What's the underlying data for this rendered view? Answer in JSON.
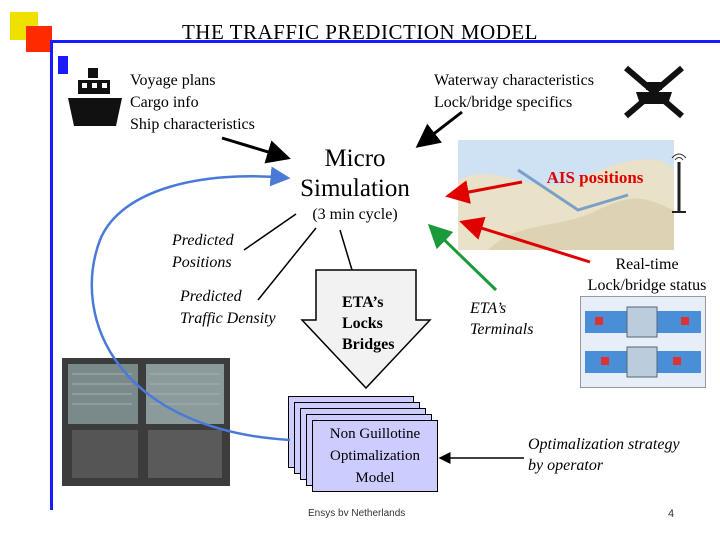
{
  "title": "THE  TRAFFIC  PREDICTION  MODEL",
  "inputs_left": [
    "Voyage plans",
    "Cargo info",
    "Ship characteristics"
  ],
  "inputs_right": [
    "Waterway characteristics",
    "Lock/bridge specifics"
  ],
  "micro_simulation": {
    "line1": "Micro",
    "line2": "Simulation",
    "cycle": "(3 min cycle)"
  },
  "ais": "AIS positions",
  "predicted_positions": [
    "Predicted",
    "Positions"
  ],
  "predicted_density": [
    "Predicted",
    "Traffic Density"
  ],
  "eta_arrow": [
    "ETA’s",
    "Locks",
    "Bridges"
  ],
  "eta_terminals": [
    "ETA’s",
    "Terminals"
  ],
  "realtime": [
    "Real-time",
    "Lock/bridge status"
  ],
  "model": [
    "Non Guillotine",
    "Optimalization",
    "Model"
  ],
  "strategy": [
    "Optimalization strategy",
    "by operator"
  ],
  "footer": "Ensys bv Netherlands",
  "page_number": "4",
  "colors": {
    "accent_red": "#e00000",
    "green": "#1a9a3a",
    "blue_curve": "#4a7ad8",
    "deco_blue": "#1a1aff",
    "model_fill": "#ccccff"
  },
  "icons": [
    "ship-icon",
    "no-ship-icon",
    "antenna-icon"
  ]
}
